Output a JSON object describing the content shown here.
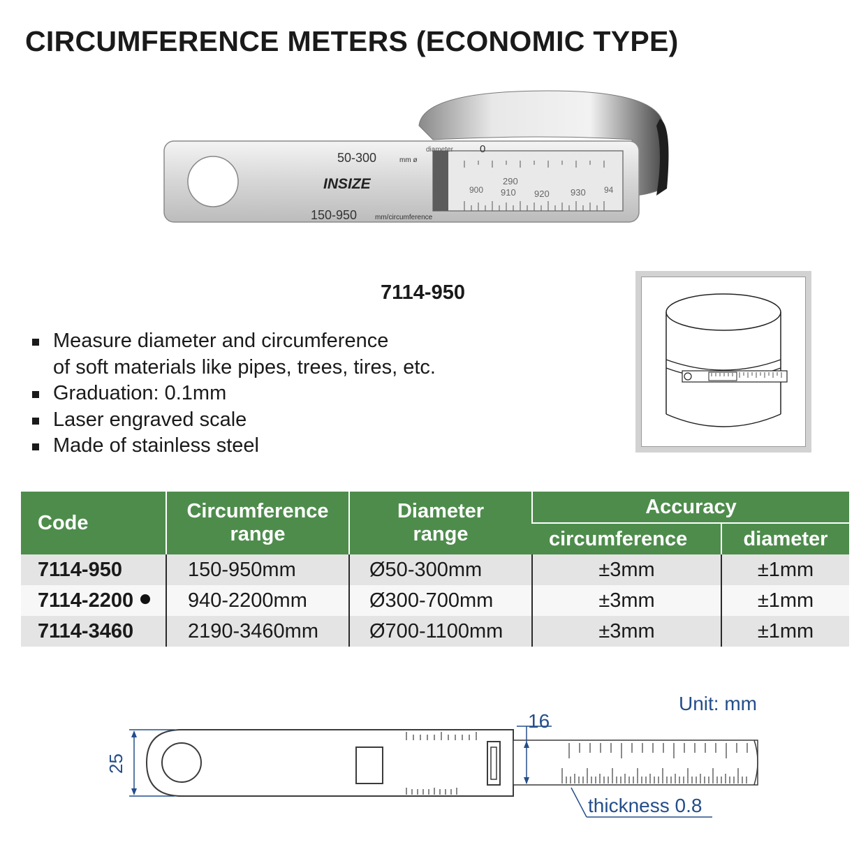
{
  "title": "CIRCUMFERENCE METERS (ECONOMIC TYPE)",
  "photo": {
    "brand": "INSIZE",
    "diameter_range": "50-300",
    "diameter_unit": "mm ø",
    "diameter_word": "diameter",
    "circumference_range": "150-950",
    "circumference_unit": "mm/circumference",
    "scale_numbers": [
      "290",
      "900",
      "910",
      "920",
      "930",
      "94"
    ],
    "zero_mark": "0"
  },
  "model_code": "7114-950",
  "features": [
    {
      "line1": "Measure diameter and circumference",
      "line2": "of soft materials like pipes, trees, tires, etc."
    },
    {
      "line1": "Graduation: 0.1mm"
    },
    {
      "line1": "Laser engraved scale"
    },
    {
      "line1": "Made of stainless steel"
    }
  ],
  "table": {
    "headers": {
      "code": "Code",
      "circumference_range_1": "Circumference",
      "circumference_range_2": "range",
      "diameter_range_1": "Diameter",
      "diameter_range_2": "range",
      "accuracy": "Accuracy",
      "accuracy_circumference": "circumference",
      "accuracy_diameter": "diameter"
    },
    "rows": [
      {
        "code": "7114-950",
        "circ": "150-950mm",
        "diam": "Ø50-300mm",
        "acc_c": "±3mm",
        "acc_d": "±1mm",
        "marked": false
      },
      {
        "code": "7114-2200",
        "circ": "940-2200mm",
        "diam": "Ø300-700mm",
        "acc_c": "±3mm",
        "acc_d": "±1mm",
        "marked": true
      },
      {
        "code": "7114-3460",
        "circ": "2190-3460mm",
        "diam": "Ø700-1100mm",
        "acc_c": "±3mm",
        "acc_d": "±1mm",
        "marked": false
      }
    ]
  },
  "drawing": {
    "unit": "Unit: mm",
    "dim_width": "16",
    "dim_height": "25",
    "thickness": "thickness 0.8"
  }
}
